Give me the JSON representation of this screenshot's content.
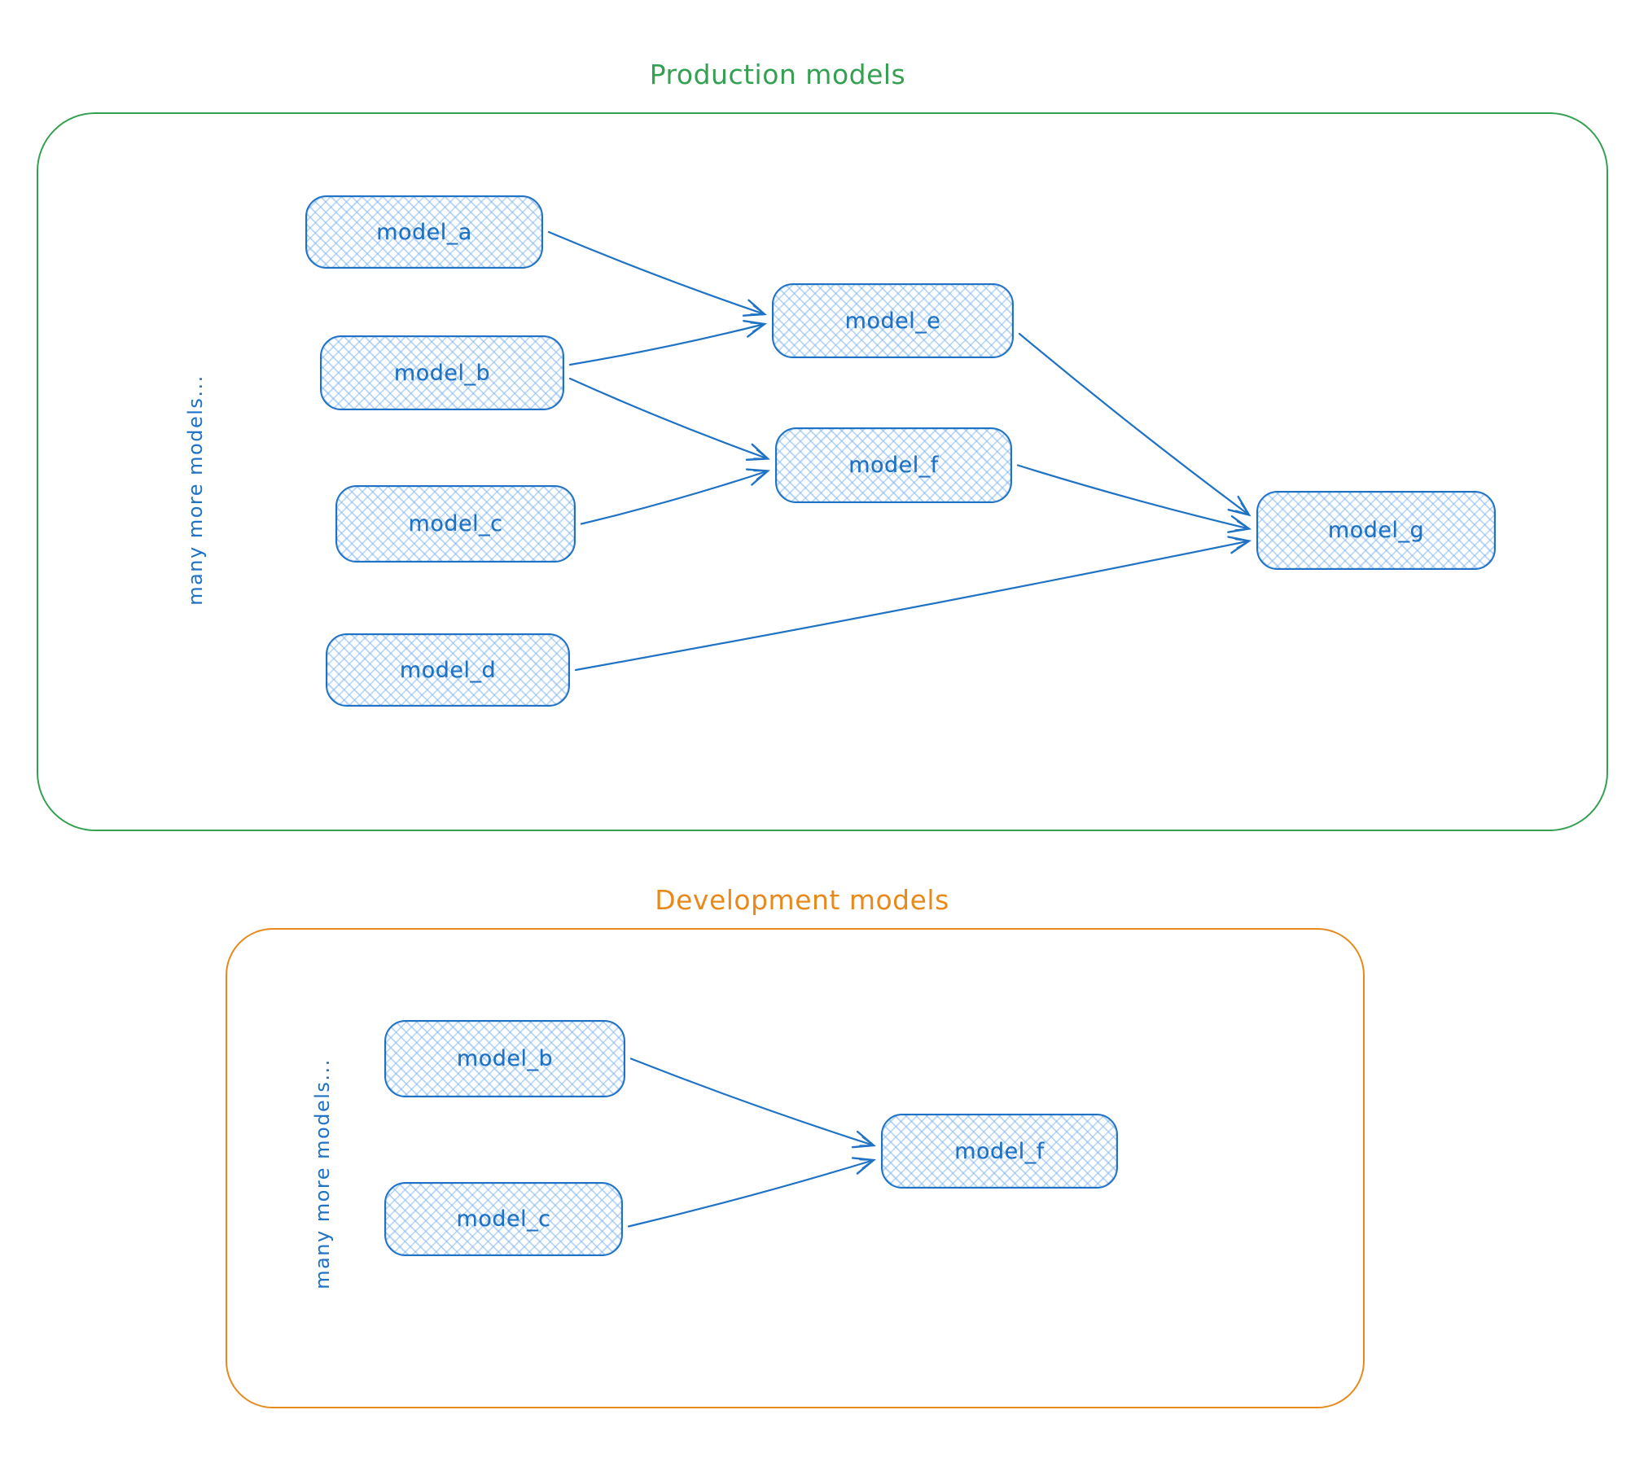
{
  "colors": {
    "blue": "#1f72c4",
    "green": "#36a052",
    "orange": "#e8891b",
    "bg": "#ffffff"
  },
  "production": {
    "title": "Production models",
    "side_label": "many more models...",
    "nodes": [
      {
        "id": "p_a",
        "label": "model_a"
      },
      {
        "id": "p_b",
        "label": "model_b"
      },
      {
        "id": "p_c",
        "label": "model_c"
      },
      {
        "id": "p_d",
        "label": "model_d"
      },
      {
        "id": "p_e",
        "label": "model_e"
      },
      {
        "id": "p_f",
        "label": "model_f"
      },
      {
        "id": "p_g",
        "label": "model_g"
      }
    ],
    "edges": [
      {
        "from": "p_a",
        "to": "p_e",
        "toDy": -8
      },
      {
        "from": "p_b",
        "to": "p_e",
        "fromDy": -10,
        "toDy": 4
      },
      {
        "from": "p_b",
        "to": "p_f",
        "fromDy": 7,
        "toDy": -8
      },
      {
        "from": "p_c",
        "to": "p_f",
        "toDy": 7
      },
      {
        "from": "p_e",
        "to": "p_g",
        "fromDy": 16,
        "toDy": -19
      },
      {
        "from": "p_f",
        "to": "p_g",
        "toDy": -2
      },
      {
        "from": "p_d",
        "to": "p_g",
        "toDy": 13
      }
    ]
  },
  "development": {
    "title": "Development models",
    "side_label": "many more models...",
    "nodes": [
      {
        "id": "d_b",
        "label": "model_b"
      },
      {
        "id": "d_c",
        "label": "model_c"
      },
      {
        "id": "d_f",
        "label": "model_f"
      }
    ],
    "edges": [
      {
        "from": "d_b",
        "to": "d_f",
        "toDy": -7
      },
      {
        "from": "d_c",
        "to": "d_f",
        "fromDy": 9,
        "toDy": 11
      }
    ]
  }
}
